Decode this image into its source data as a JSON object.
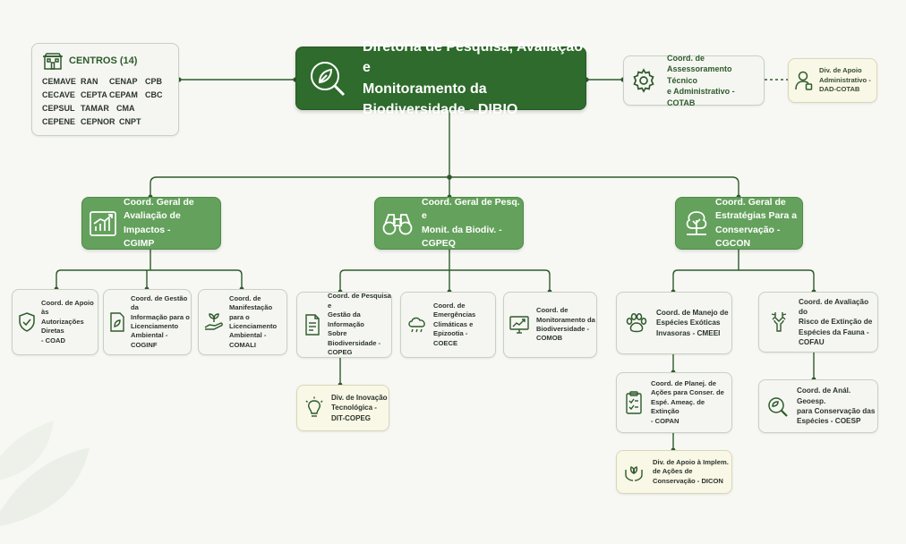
{
  "centros": {
    "title": "CENTROS (14)",
    "rows": [
      [
        "CEMAVE",
        "RAN",
        "CENAP",
        "CPB"
      ],
      [
        "CECAVE",
        "CEPTA",
        "CEPAM",
        "CBC"
      ],
      [
        "CEPSUL",
        "TAMAR",
        "CMA"
      ],
      [
        "CEPENE",
        "CEPNOR",
        "CNPT"
      ]
    ],
    "icon": "building-icon"
  },
  "dibio": {
    "line1": "Diretoria de Pesquisa, Avaliação e",
    "line2": "Monitoramento da Biodiversidade - DIBIO",
    "icon": "leaf-magnifier-icon"
  },
  "cotab": {
    "lines": [
      "Coord. de",
      "Assessoramento Técnico",
      "e Administrativo - COTAB"
    ],
    "icon": "gear-icon"
  },
  "dad": {
    "lines": [
      "Div. de Apoio",
      "Administrativo -",
      "DAD-COTAB"
    ],
    "icon": "person-icon"
  },
  "cgimp": {
    "lines": [
      "Coord. Geral de",
      "Avaliação de Impactos -",
      "CGIMP"
    ],
    "icon": "chart-icon"
  },
  "cgpeq": {
    "lines": [
      "Coord. Geral de Pesq. e",
      "Monit. da Biodiv. -",
      "CGPEQ"
    ],
    "icon": "binoculars-icon"
  },
  "cgcon": {
    "lines": [
      "Coord. Geral de",
      "Estratégias Para a",
      "Conservação - CGCON"
    ],
    "icon": "tree-icon"
  },
  "coad": {
    "lines": [
      "Coord. de Apoio às",
      "Autorizações Diretas",
      "- COAD"
    ],
    "icon": "shield-check-icon"
  },
  "coginf": {
    "lines": [
      "Coord. de Gestão da",
      "Informação para o",
      "Licenciamento",
      "Ambiental - COGINF"
    ],
    "icon": "document-leaf-icon"
  },
  "comali": {
    "lines": [
      "Coord. de",
      "Manifestação para o",
      "Licenciamento",
      "Ambiental - COMALI"
    ],
    "icon": "hand-plant-icon"
  },
  "copeg": {
    "lines": [
      "Coord. de Pesquisa e",
      "Gestão da Informação",
      "Sobre Biodiversidade -",
      "COPEG"
    ],
    "icon": "document-icon"
  },
  "coece": {
    "lines": [
      "Coord. de Emergências",
      "Climáticas e Epizootia -",
      "COECE"
    ],
    "icon": "cloud-rain-icon"
  },
  "comob": {
    "lines": [
      "Coord. de",
      "Monitoramento da",
      "Biodiversidade -",
      "COMOB"
    ],
    "icon": "monitor-chart-icon"
  },
  "dit": {
    "lines": [
      "Div. de Inovação",
      "Tecnológica -",
      "DIT-COPEG"
    ],
    "icon": "lightbulb-icon"
  },
  "cmeei": {
    "lines": [
      "Coord. de Manejo de",
      "Espécies Exóticas",
      "Invasoras - CMEEI"
    ],
    "icon": "paw-icon"
  },
  "cofau": {
    "lines": [
      "Coord. de Avaliação do",
      "Risco de Extinção de",
      "Espécies da Fauna -",
      "COFAU"
    ],
    "icon": "deer-icon"
  },
  "copan": {
    "lines": [
      "Coord. de Planej. de",
      "Ações para Conser. de",
      "Espé. Ameaç. de Extinção",
      "- COPAN"
    ],
    "icon": "clipboard-icon"
  },
  "coesp": {
    "lines": [
      "Coord. de Anál. Geoesp.",
      "para Conservação das",
      "Espécies - COESP"
    ],
    "icon": "map-search-icon"
  },
  "dicon": {
    "lines": [
      "Div. de Apoio à Implem.",
      "de Ações de",
      "Conservação - DICON"
    ],
    "icon": "hands-leaf-icon"
  },
  "colors": {
    "dark_green": "#2e6b2c",
    "mid_green": "#64a15c",
    "light_box": "#f5f6f1",
    "cream_box": "#f9f7e6",
    "line": "#2e5a2c"
  }
}
